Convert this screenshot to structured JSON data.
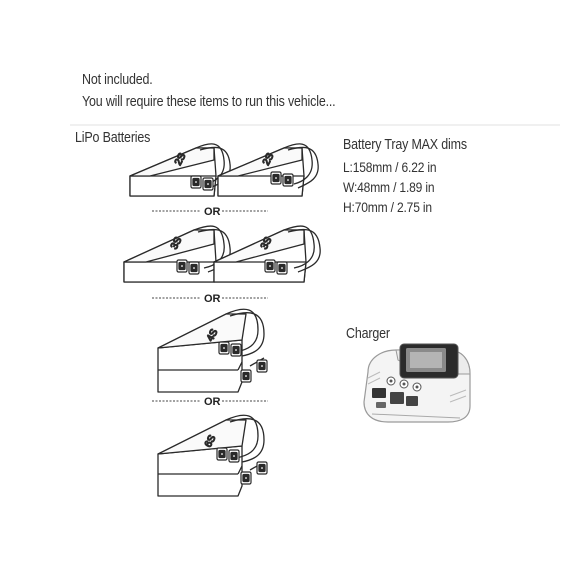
{
  "header": {
    "line1": "Not included.",
    "line2": "You will require these items to run this vehicle..."
  },
  "lipo": {
    "title": "LiPo Batteries",
    "separator": "OR",
    "batteries": [
      {
        "label": "2S"
      },
      {
        "label": "2S"
      },
      {
        "label": "3S"
      },
      {
        "label": "3S"
      },
      {
        "label": "4S"
      },
      {
        "label": "6S"
      }
    ]
  },
  "tray": {
    "title": "Battery Tray MAX dims",
    "length": "L:158mm / 6.22 in",
    "width": "W:48mm / 1.89 in",
    "height": "H:70mm / 2.75 in"
  },
  "charger": {
    "title": "Charger"
  }
}
